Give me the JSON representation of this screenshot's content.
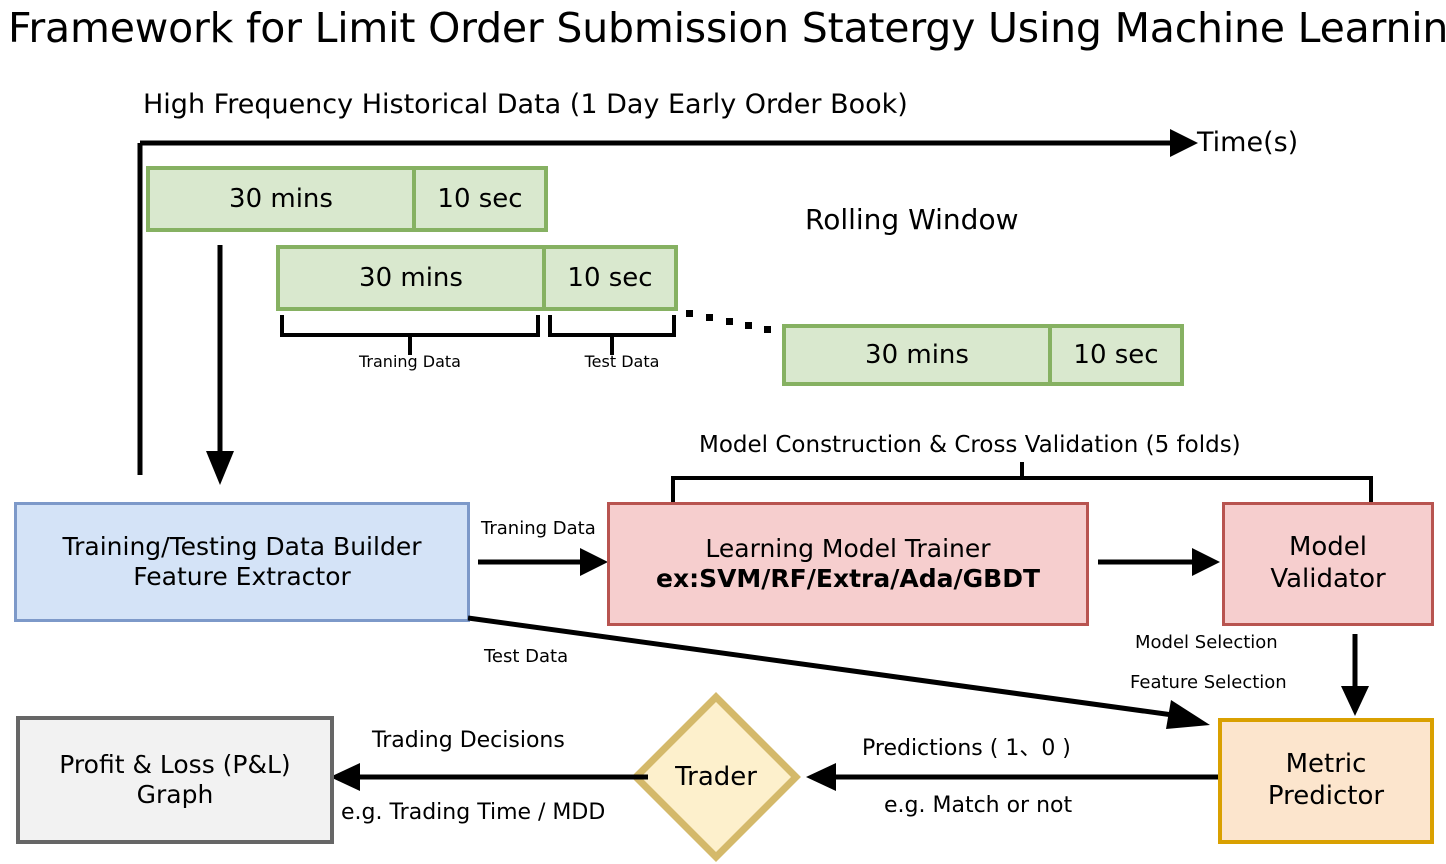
{
  "title": "Framework for Limit Order Submission Statergy Using Machine Learning",
  "timeline": {
    "subtitle": "High Frequency Historical Data (1 Day Early Order Book)",
    "axis_label": "Time(s)",
    "rolling_label": "Rolling Window",
    "ellipsis": "• • • • •",
    "windows": [
      {
        "train_label": "30 mins",
        "test_label": "10 sec"
      },
      {
        "train_label": "30 mins",
        "test_label": "10 sec"
      },
      {
        "train_label": "30 mins",
        "test_label": "10 sec"
      }
    ],
    "brackets": [
      {
        "caption": "Traning Data"
      },
      {
        "caption": "Test Data"
      }
    ]
  },
  "sections": {
    "model_construction": "Model Construction & Cross Validation (5 folds)"
  },
  "nodes": {
    "data_builder": {
      "line1": "Training/Testing Data Builder",
      "line2": "Feature Extractor"
    },
    "model_trainer": {
      "line1": "Learning Model Trainer",
      "line2": "ex:SVM/RF/Extra/Ada/GBDT"
    },
    "model_validator": {
      "line1": "Model",
      "line2": "Validator"
    },
    "metric_predictor": {
      "line1": "Metric",
      "line2": "Predictor"
    },
    "trader": {
      "label": "Trader"
    },
    "pnl_graph": {
      "line1": "Profit & Loss (P&L)",
      "line2": "Graph"
    }
  },
  "edges": {
    "training_data": "Traning Data",
    "test_data": "Test Data",
    "model_selection": "Model Selection",
    "feature_selection": "Feature Selection",
    "predictions": "Predictions ( 1、0 )",
    "predictions_sub": "e.g. Match or not",
    "trading_decisions": "Trading Decisions",
    "trading_decisions_sub": "e.g. Trading Time / MDD"
  },
  "colors": {
    "window_fill": "#d9e8ce",
    "window_border": "#86b162",
    "blue_fill": "#d4e3f7",
    "blue_border": "#7d99c9",
    "red_fill": "#f6cece",
    "red_border": "#b85450",
    "orange_fill": "#fce5cd",
    "orange_border": "#d9a000",
    "diamond_fill": "#fdf0cc",
    "diamond_border": "#d4b96a",
    "grey_fill": "#f2f2f2",
    "grey_border": "#666666",
    "stroke": "#000000"
  }
}
